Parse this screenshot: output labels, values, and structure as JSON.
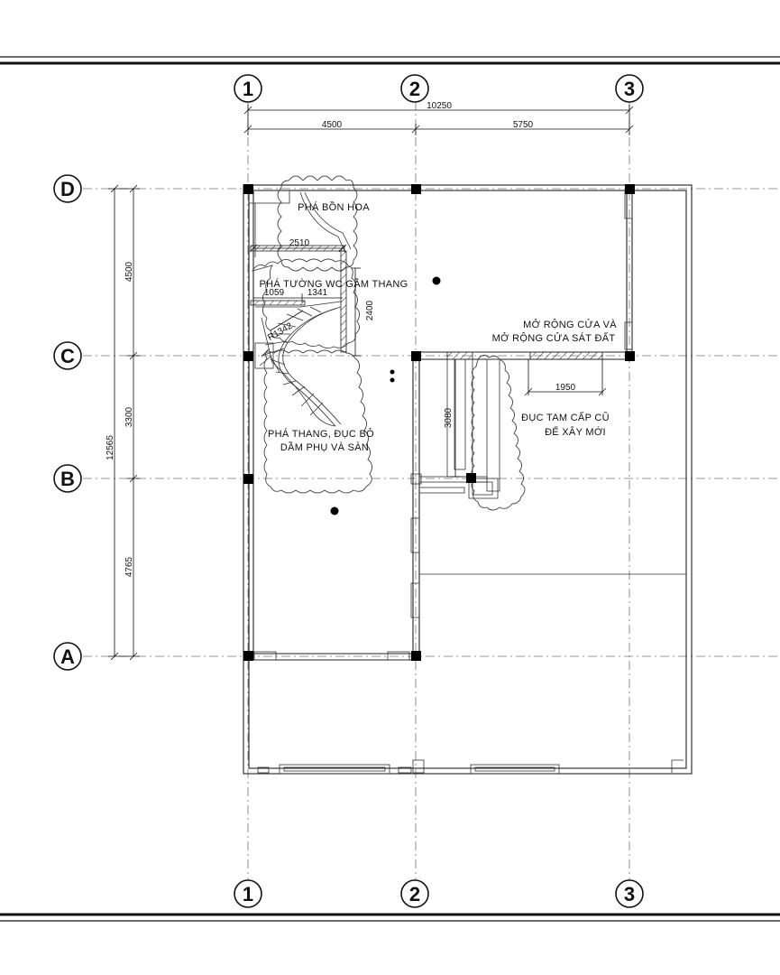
{
  "grid": {
    "columns": [
      "1",
      "2",
      "3"
    ],
    "rows": [
      "D",
      "C",
      "B",
      "A"
    ]
  },
  "dimensions": {
    "overall_width": "10250",
    "span_1_2": "4500",
    "span_2_3": "5750",
    "overall_depth": "12565",
    "span_D_C": "4500",
    "span_C_B": "3300",
    "span_B_A": "4765",
    "wc_width": "2510",
    "stair_left": "1059",
    "stair_right": "1341",
    "stair_depth": "2400",
    "radius": "R1342",
    "step_depth": "3080",
    "door_width": "1950"
  },
  "notes": {
    "remove_planter": "PHÁ BỒN HOA",
    "remove_wc": "PHÁ TƯỜNG WC GẦM THANG",
    "widen_door_1": "MỞ RỘNG CỬA VÀ",
    "widen_door_2": "MỞ RỘNG CỬA SÁT ĐẤT",
    "remove_stair_1": "PHÁ THANG, ĐỤC BỎ",
    "remove_stair_2": "DẦM PHỤ VÀ SÀN",
    "demolish_steps_1": "ĐỤC TAM CẤP CŨ",
    "demolish_steps_2": "ĐỂ XÂY MỚI"
  }
}
